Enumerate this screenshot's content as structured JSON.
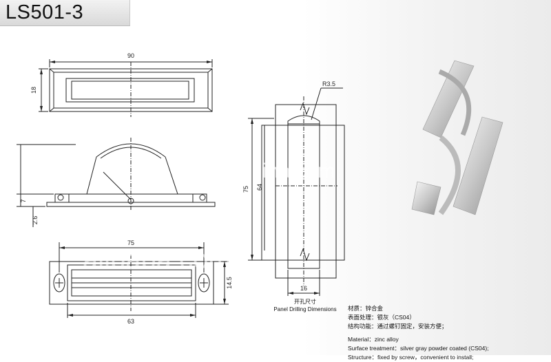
{
  "title": "LS501-3",
  "dimensions": {
    "top_width": "90",
    "top_height": "18",
    "side_height": "7",
    "side_base": "2.6",
    "bottom_width_inner": "75",
    "bottom_height": "14.5",
    "bottom_width_outer": "63",
    "panel_height_outer": "75",
    "panel_height_inner": "64",
    "panel_width": "16",
    "radius": "R3.5"
  },
  "panel_label": {
    "cn": "开孔尺寸",
    "en": "Panel Drilling Dimensions"
  },
  "specs_cn": [
    "材质：锌合金",
    "表面处理：银灰（CS04）",
    "结构功能：通过螺钉固定，安装方便；"
  ],
  "specs_en": [
    "Material：zinc alloy",
    "Surface treatment：silver gray powder coated (CS04);",
    "Structure：fixed by screw，convenient to install;"
  ],
  "watermarks": {
    "primary": "en.china.com",
    "secondary": "alibaba.com"
  },
  "colors": {
    "line": "#222222",
    "title_bg": "#e2e2e2",
    "watermark": "#ffffff"
  }
}
